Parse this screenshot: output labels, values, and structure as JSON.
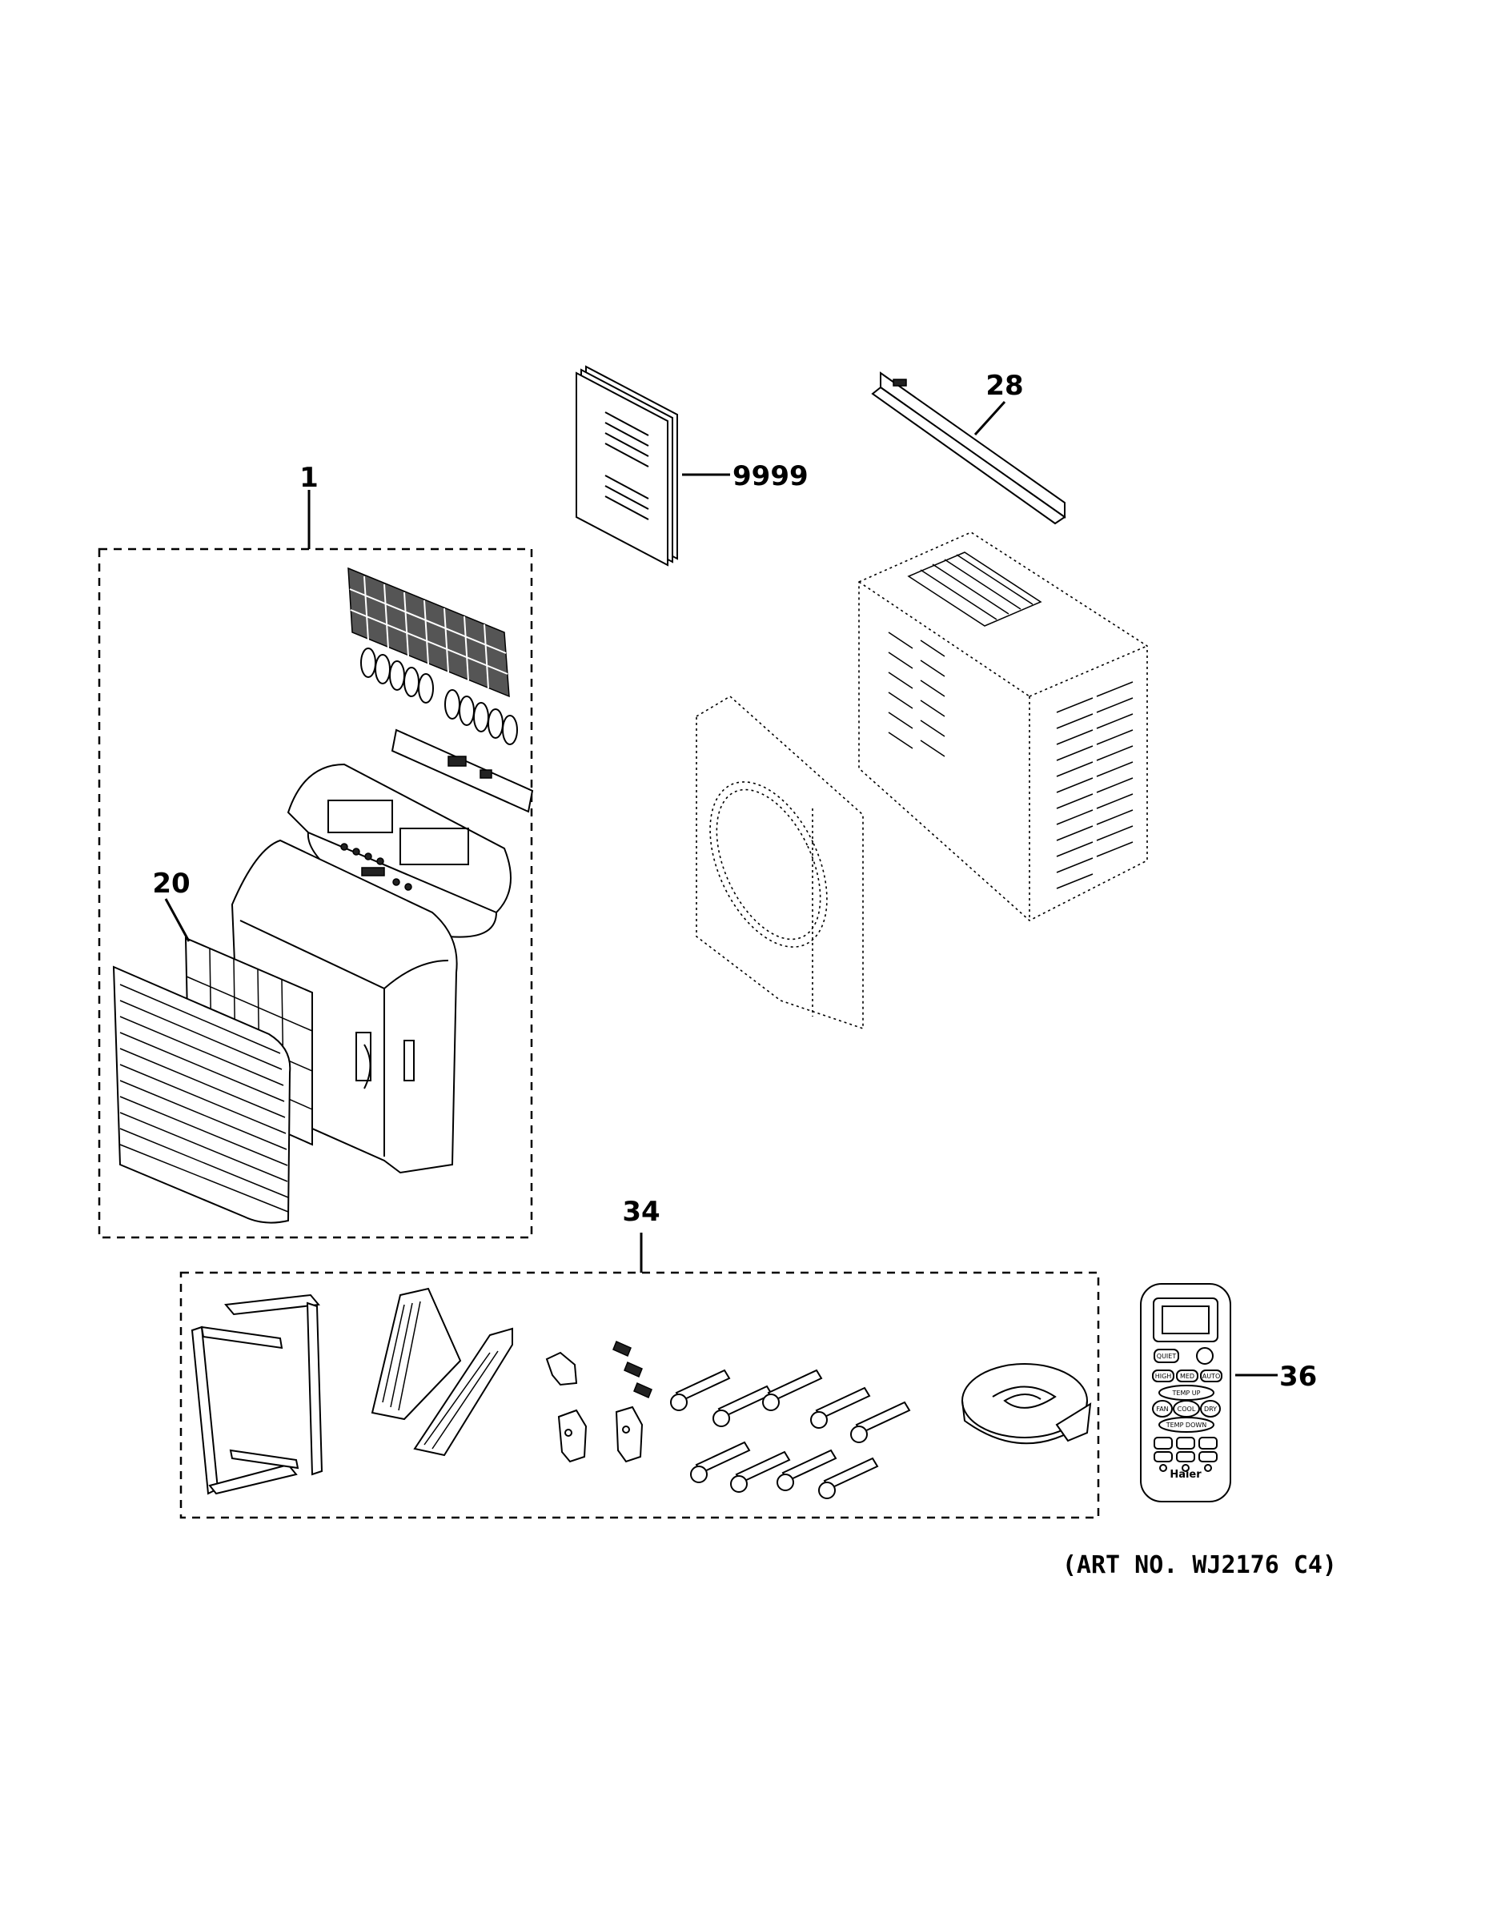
{
  "callouts": {
    "c1": "1",
    "c20": "20",
    "c9999": "9999",
    "c28": "28",
    "c34": "34",
    "c36": "36"
  },
  "art_number": "(ART NO. WJ2176 C4)",
  "remote": {
    "brand": "Haier",
    "buttons": [
      "QUIET",
      "HIGH",
      "MED",
      "AUTO",
      "TEMP UP",
      "FAN",
      "COOL",
      "DRY",
      "TEMP DOWN"
    ]
  }
}
